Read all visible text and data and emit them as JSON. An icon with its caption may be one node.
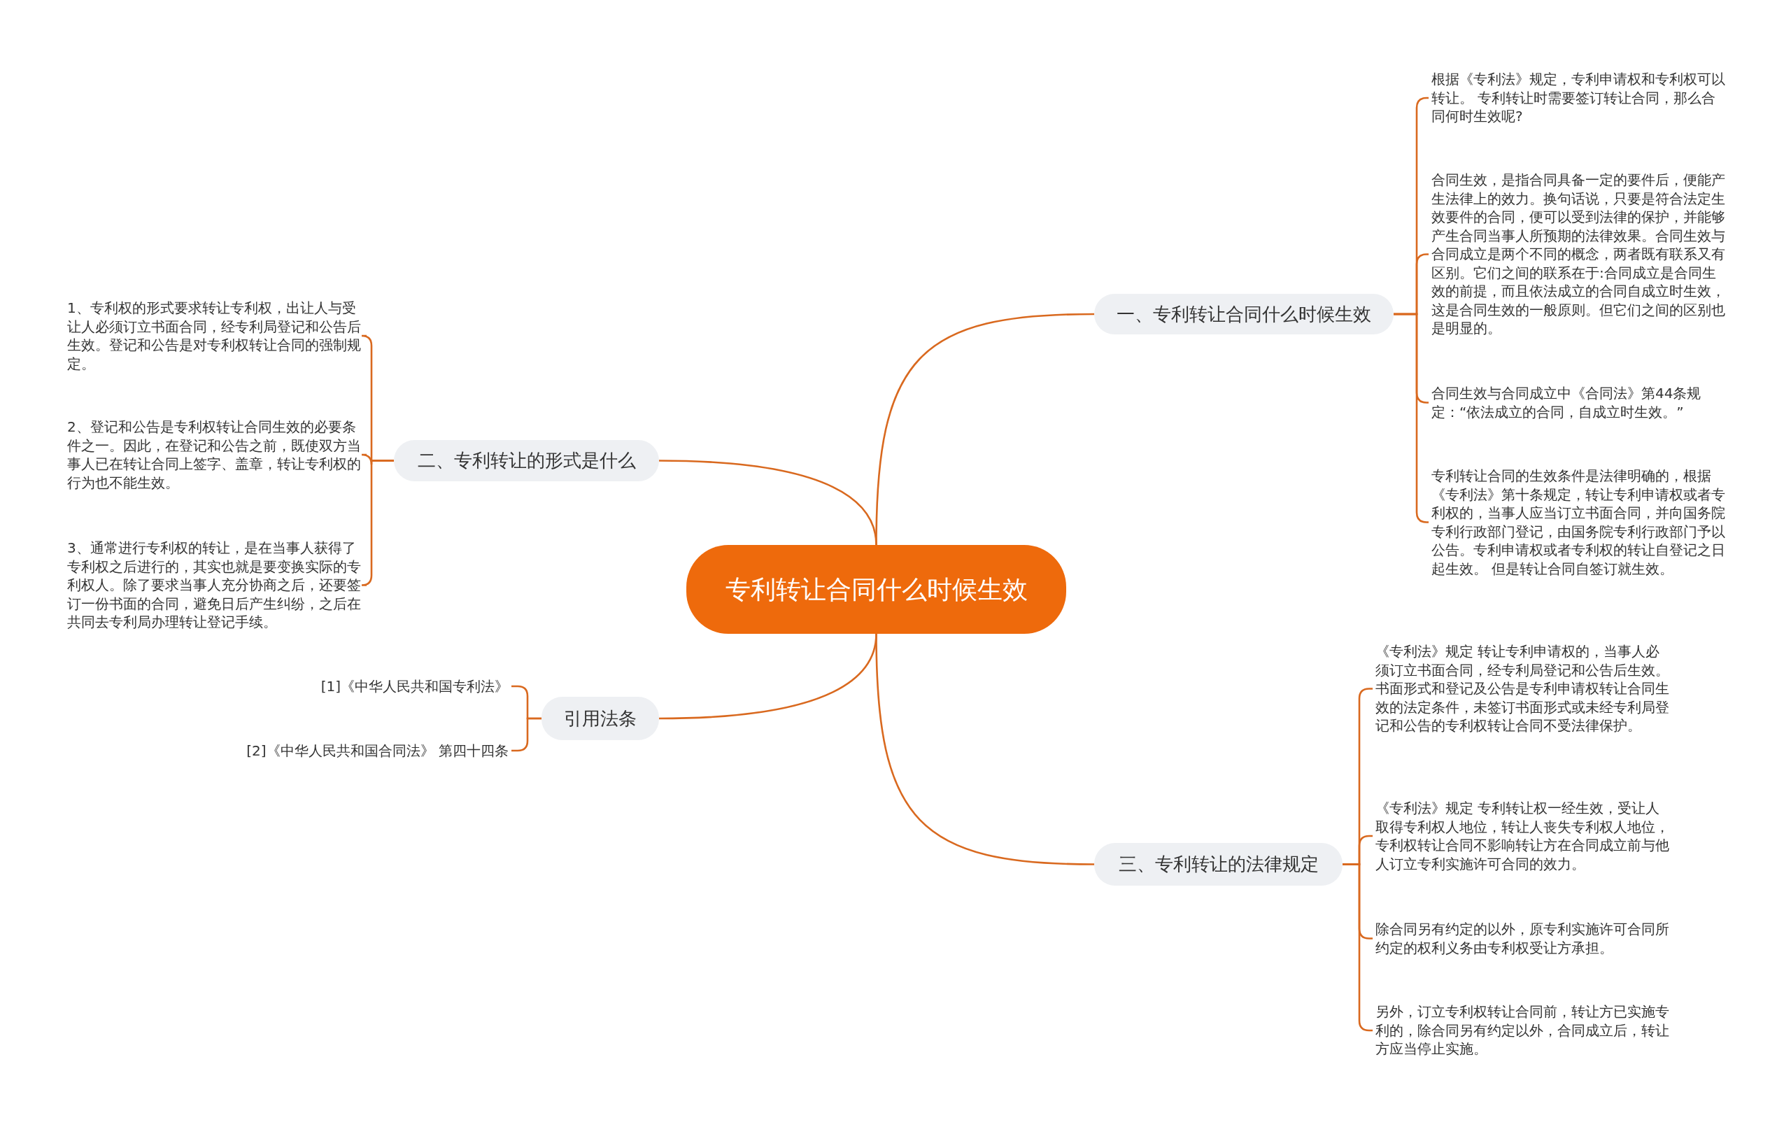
{
  "diagram": {
    "nodes": [
      {
        "text": [
          "专利转让合同什么时候生效"
        ]
      },
      {
        "text": [
          "一、专利转让合同什么时候生效"
        ]
      },
      {
        "text": [
          "根据《专利法》规定，专利申请权和专利权可以转让。 专利转让时需要签订转让合同，那么合同何时生效呢?"
        ]
      },
      {
        "text": [
          "合同生效，是指合同具备一定的要件后，便能产生法律上的效力。换句话说，只要是符合法定生效要件的合同，便可以受到法律的保护，并能够产生合同当事人所预期的法律效果。合同生效与合同成立是两个不同的概念，两者既有联系又有区别。它们之间的联系在于:合同成立是合同生效的前提，而且依法成立的合同自成立时生效，这是合同生效的一般原则。但它们之间的区别也是明显的。"
        ]
      },
      {
        "text": [
          "合同生效与合同成立中《合同法》第44条规定：“依法成立的合同，自成立时生效。”"
        ]
      },
      {
        "text": [
          "专利转让合同的生效条件是法律明确的，根据《专利法》第十条规定，转让专利申请权或者专利权的，当事人应当订立书面合同，并向国务院专利行政部门登记，由国务院专利行政部门予以公告。专利申请权或者专利权的转让自登记之日起生效。 但是转让合同自签订就生效。"
        ]
      },
      {
        "text": [
          "二、专利转让的形式是什么"
        ]
      },
      {
        "text": [
          "1、专利权的形式要求转让专利权，出让人与受让人必须订立书面合同，经专利局登记和公告后生效。登记和公告是对专利权转让合同的强制规定。"
        ]
      },
      {
        "text": [
          "2、登记和公告是专利权转让合同生效的必要条件之一。因此，在登记和公告之前，既使双方当事人已在转让合同上签字、盖章，转让专利权的行为也不能生效。"
        ]
      },
      {
        "text": [
          "3、通常进行专利权的转让，是在当事人获得了专利权之后进行的，其实也就是要变换实际的专利权人。除了要求当事人充分协商之后，还要签订一份书面的合同，避免日后产生纠纷，之后在共同去专利局办理转让登记手续。"
        ]
      },
      {
        "text": [
          "引用法条"
        ]
      },
      {
        "text": [
          "[1]《中华人民共和国专利法》"
        ]
      },
      {
        "text": [
          "[2]《中华人民共和国合同法》 第四十四条"
        ]
      },
      {
        "text": [
          "三、专利转让的法律规定"
        ]
      },
      {
        "text": [
          "《专利法》规定 转让专利申请权的，当事人必须订立书面合同，经专利局登记和公告后生效。书面形式和登记及公告是专利申请权转让合同生效的法定条件，未签订书面形式或未经专利局登记和公告的专利权转让合同不受法律保护。"
        ]
      },
      {
        "text": [
          "《专利法》规定 专利转让权一经生效，受让人取得专利权人地位，转让人丧失专利权人地位，专利权转让合同不影响转让方在合同成立前与他人订立专利实施许可合同的效力。"
        ]
      },
      {
        "text": [
          "除合同另有约定的以外，原专利实施许可合同所约定的权利义务由专利权受让方承担。"
        ]
      },
      {
        "text": [
          "另外，订立专利权转让合同前，转让方已实施专利的，除合同另有约定以外，合同成立后，转让方应当停止实施。"
        ]
      }
    ],
    "edges": [
      {
        "from": 0,
        "to": 1,
        "arrow": "none"
      },
      {
        "from": 1,
        "to": 2,
        "arrow": "none"
      },
      {
        "from": 1,
        "to": 3,
        "arrow": "none"
      },
      {
        "from": 1,
        "to": 4,
        "arrow": "none"
      },
      {
        "from": 1,
        "to": 5,
        "arrow": "none"
      },
      {
        "from": 0,
        "to": 6,
        "arrow": "none"
      },
      {
        "from": 6,
        "to": 7,
        "arrow": "none"
      },
      {
        "from": 6,
        "to": 8,
        "arrow": "none"
      },
      {
        "from": 6,
        "to": 9,
        "arrow": "none"
      },
      {
        "from": 0,
        "to": 10,
        "arrow": "none"
      },
      {
        "from": 10,
        "to": 11,
        "arrow": "none"
      },
      {
        "from": 10,
        "to": 12,
        "arrow": "none"
      },
      {
        "from": 0,
        "to": 13,
        "arrow": "none"
      },
      {
        "from": 13,
        "to": 14,
        "arrow": "none"
      },
      {
        "from": 13,
        "to": 15,
        "arrow": "none"
      },
      {
        "from": 13,
        "to": 16,
        "arrow": "none"
      },
      {
        "from": 13,
        "to": 17,
        "arrow": "none"
      }
    ]
  }
}
